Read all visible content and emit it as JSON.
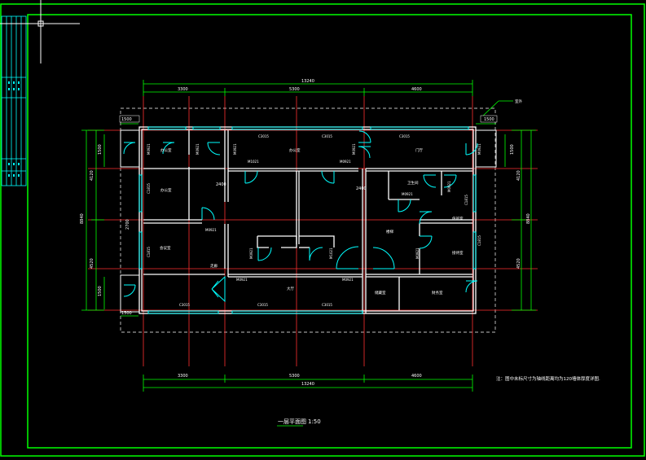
{
  "drawing": {
    "title": "一层平面图",
    "scale": "1:50",
    "note": "注：图中未标尺寸为轴线距离均为120墙体厚度详图."
  },
  "dimensions": {
    "overall_top": "13240",
    "top_segments": [
      "3300",
      "5300",
      "4600"
    ],
    "overall_bottom": "13240",
    "bottom_segments": [
      "3300",
      "5300",
      "4600"
    ],
    "left_overall": "8840",
    "left_upper": "4120",
    "left_lower": "4520",
    "right_overall": "8840",
    "right_upper": "4120",
    "right_lower": "4520",
    "left_small_top": "1500",
    "left_small_bottom": "1500",
    "right_small_top": "1500",
    "top_left_small": "1500",
    "top_right_small": "1500",
    "bottom_left_small": "1500",
    "mid_left": "2700",
    "mid_top_left": "2400",
    "mid_top_right": "2400"
  },
  "windows": {
    "top": [
      "C3015",
      "C3015",
      "C3015"
    ],
    "bottom": [
      "C3015",
      "C3015",
      "C3015"
    ],
    "left": [
      "C1815",
      "C1815"
    ],
    "right": [
      "C1815",
      "C1815"
    ]
  },
  "doors": [
    "M0921",
    "M0921",
    "M0921",
    "M1021",
    "M0921",
    "M0921",
    "M0921",
    "M0921",
    "M1021",
    "M0921",
    "M0921",
    "M0921",
    "M0921",
    "M0921",
    "M0921"
  ],
  "rooms": {
    "r1": "办公室",
    "r2": "走廊",
    "r3": "会议室",
    "r4": "办公室",
    "r5": "卫生间",
    "r6": "值班室",
    "r7": "大厅",
    "r8": "楼梯",
    "r9": "接待室",
    "r10": "储藏室",
    "r11": "财务室",
    "r12": "门厅"
  },
  "label_box": "室外"
}
